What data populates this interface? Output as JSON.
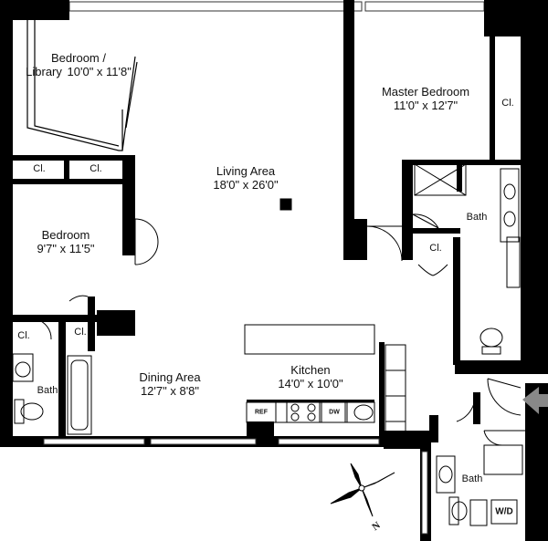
{
  "rooms": {
    "bedroom_library": {
      "name_line1": "Bedroom /",
      "name_line2": "Library",
      "dim": "10'0\" x 11'8\""
    },
    "living": {
      "name": "Living Area",
      "dim": "18'0\" x 26'0\""
    },
    "master": {
      "name": "Master Bedroom",
      "dim": "11'0\" x 12'7\""
    },
    "bedroom": {
      "name": "Bedroom",
      "dim": "9'7\" x 11'5\""
    },
    "dining": {
      "name": "Dining Area",
      "dim": "12'7\" x 8'8\""
    },
    "kitchen": {
      "name": "Kitchen",
      "dim": "14'0\" x 10'0\""
    }
  },
  "closets": {
    "label": "Cl."
  },
  "baths": {
    "label": "Bath"
  },
  "appliances": {
    "ref": "REF",
    "dw": "DW",
    "wd": "W/D"
  },
  "compass": {
    "north": "N"
  },
  "colors": {
    "wall": "#000000",
    "entry_arrow": "#888888",
    "line": "#333333"
  }
}
